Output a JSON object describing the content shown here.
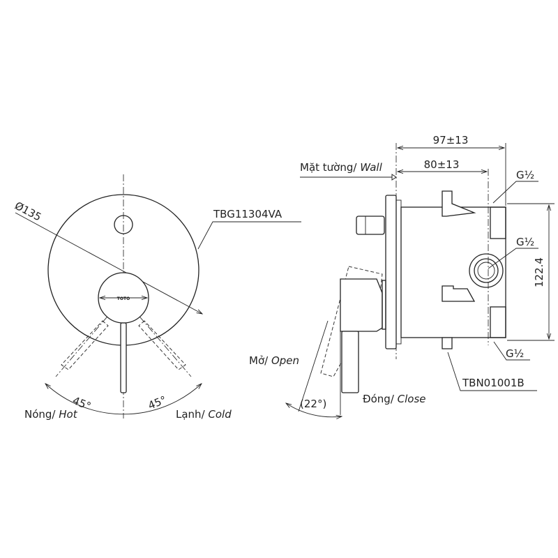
{
  "front_view": {
    "diameter_label": "Ø135",
    "model_label": "TBG11304VA",
    "logo_text": "TOTO",
    "angle_left": "45°",
    "angle_right": "45°",
    "hot_label_vi": "Nóng/ ",
    "hot_label_en": "Hot",
    "cold_label_vi": "Lạnh/ ",
    "cold_label_en": "Cold"
  },
  "side_view": {
    "wall_label_vi": "Mặt tường/ ",
    "wall_label_en": "Wall",
    "dim_total": "97±13",
    "dim_inner": "80±13",
    "dim_height": "122.4",
    "port_top": "G½",
    "port_middle": "G½",
    "port_bottom": "G½",
    "body_model": "TBN01001B",
    "open_label_vi": "Mở/ ",
    "open_label_en": "Open",
    "close_label_vi": "Đóng/ ",
    "close_label_en": "Close",
    "open_angle": "(22°)"
  }
}
